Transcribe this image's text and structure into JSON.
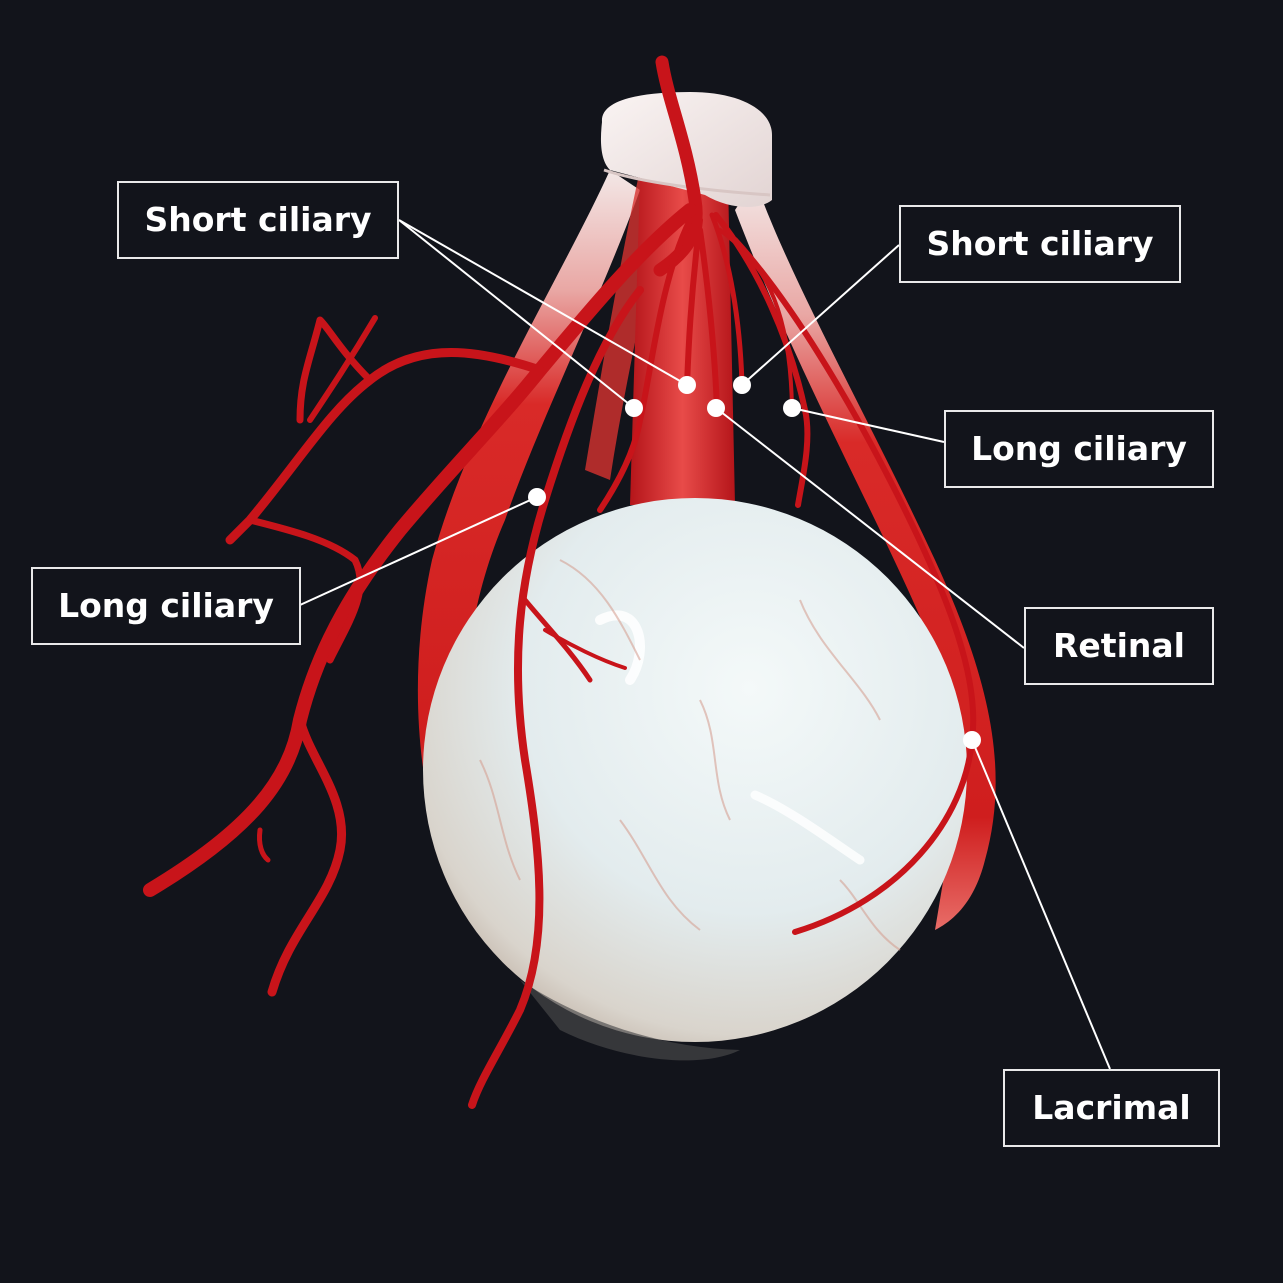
{
  "labels": {
    "short_ciliary_left": "Short ciliary",
    "short_ciliary_right": "Short ciliary",
    "long_ciliary_right": "Long ciliary",
    "long_ciliary_left": "Long ciliary",
    "retinal": "Retinal",
    "lacrimal": "Lacrimal"
  },
  "colors": {
    "background": "#12141b",
    "artery": "#c8141a",
    "artery_highlight": "#e84a4a",
    "muscle": "#d8302e",
    "tendon": "#f1e7e6",
    "eyeball": "#e6eff0",
    "leader_line": "#ffffff",
    "label_border": "#e9e9ea"
  }
}
